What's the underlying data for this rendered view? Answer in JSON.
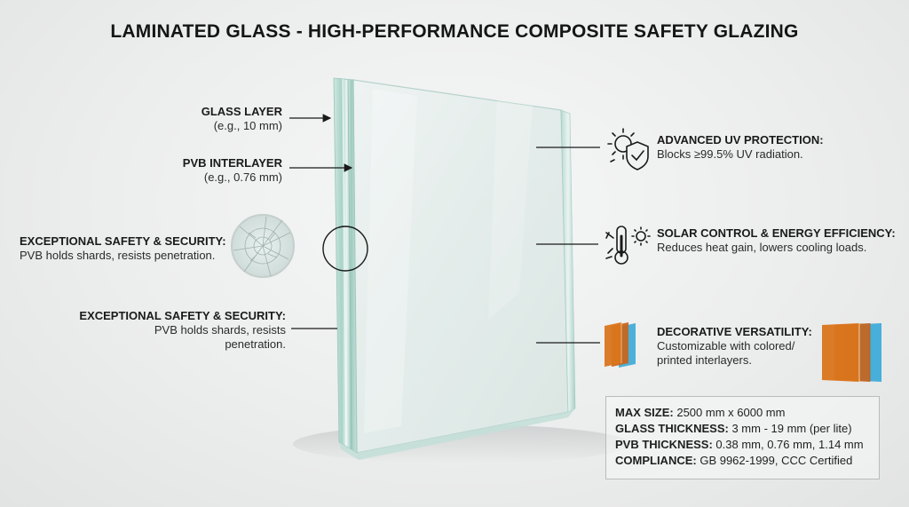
{
  "title": "LAMINATED GLASS - HIGH-PERFORMANCE COMPOSITE SAFETY GLAZING",
  "left_labels": {
    "glass_layer": {
      "heading": "GLASS LAYER",
      "detail": "(e.g., 10 mm)"
    },
    "pvb_interlayer": {
      "heading": "PVB INTERLAYER",
      "detail": "(e.g., 0.76 mm)"
    },
    "safety_zoom": {
      "heading": "EXCEPTIONAL SAFETY & SECURITY:",
      "detail": "PVB holds shards, resists penetration."
    },
    "safety_lower": {
      "heading": "EXCEPTIONAL SAFETY & SECURITY:",
      "detail_line1": "PVB holds shards, resists",
      "detail_line2": "penetration."
    }
  },
  "right_features": {
    "uv": {
      "icon": "sun-shield-icon",
      "heading": "ADVANCED UV PROTECTION:",
      "detail": "Blocks ≥99.5% UV radiation."
    },
    "solar": {
      "icon": "thermometer-sun-icon",
      "heading": "SOLAR CONTROL & ENERGY EFFICIENCY:",
      "detail": "Reduces heat gain, lowers cooling loads."
    },
    "decorative": {
      "icon": "colored-glass-swatches-icon",
      "heading": "DECORATIVE VERSATILITY:",
      "detail_line1": "Customizable with colored/",
      "detail_line2": "printed interlayers."
    }
  },
  "specs": [
    {
      "label": "MAX SIZE:",
      "value": " 2500 mm x 6000 mm"
    },
    {
      "label": "GLASS THICKNESS:",
      "value": " 3 mm - 19 mm (per lite)"
    },
    {
      "label": "PVB THICKNESS:",
      "value": " 0.38 mm, 0.76 mm, 1.14 mm"
    },
    {
      "label": "COMPLIANCE:",
      "value": " GB 9962-1999, CCC Certified"
    }
  ],
  "colors": {
    "glass_edge": "#b9ddd4",
    "glass_face": "#e4eeec",
    "swatch_orange": "#d9751c",
    "swatch_blue": "#3aa9d8"
  }
}
